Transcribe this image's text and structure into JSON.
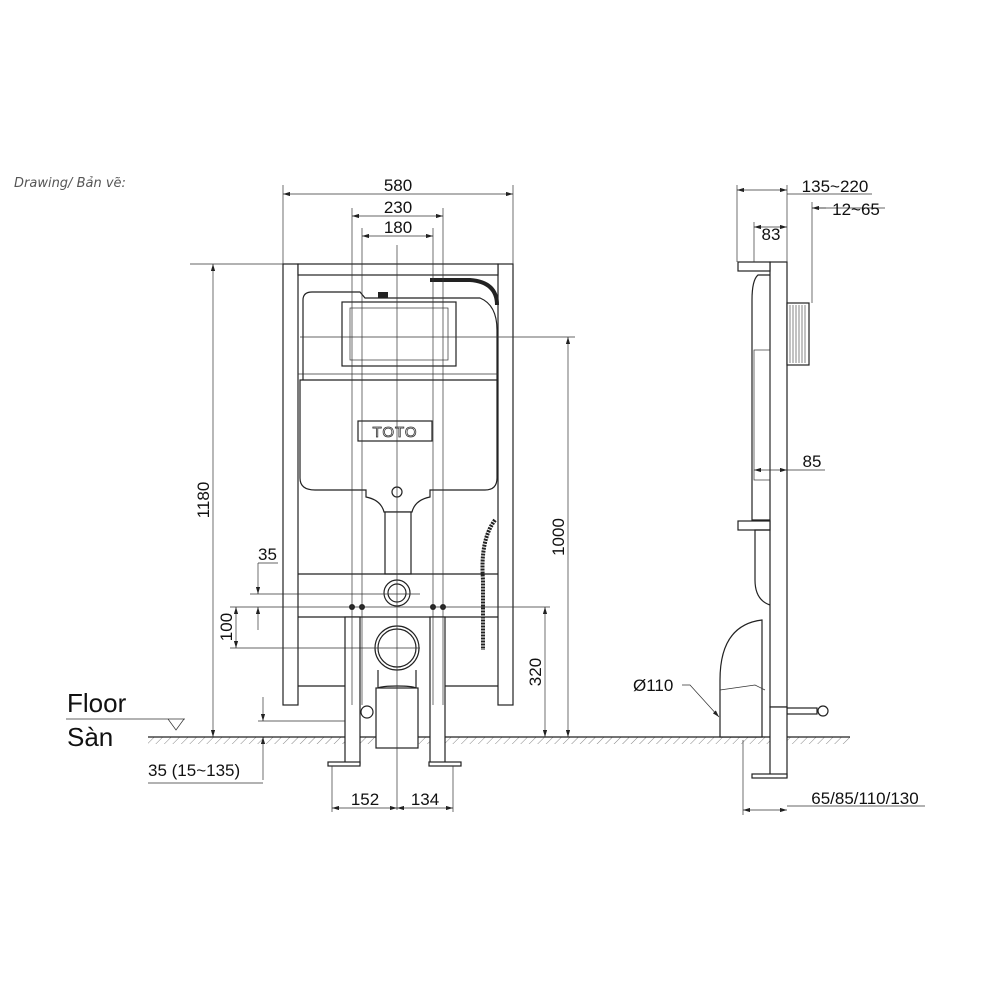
{
  "caption": "Drawing/ Bản vẽ:",
  "front_view": {
    "brand_label": "TOTO",
    "dims": {
      "overall_width": "580",
      "width_230": "230",
      "width_180": "180",
      "overall_height": "1180",
      "height_1000": "1000",
      "height_320": "320",
      "dim_35": "35",
      "dim_100": "100",
      "floor_offset": "35 (15~135)",
      "dim_152": "152",
      "dim_134": "134"
    },
    "floor_label": "Floor",
    "floor_label_vi": "Sàn"
  },
  "side_view": {
    "dims": {
      "depth_135_220": "135~220",
      "depth_12_65": "12~65",
      "dim_83": "83",
      "dim_85": "85",
      "pipe_diameter": "Ø110",
      "leg_depth": "65/85/110/130"
    }
  }
}
